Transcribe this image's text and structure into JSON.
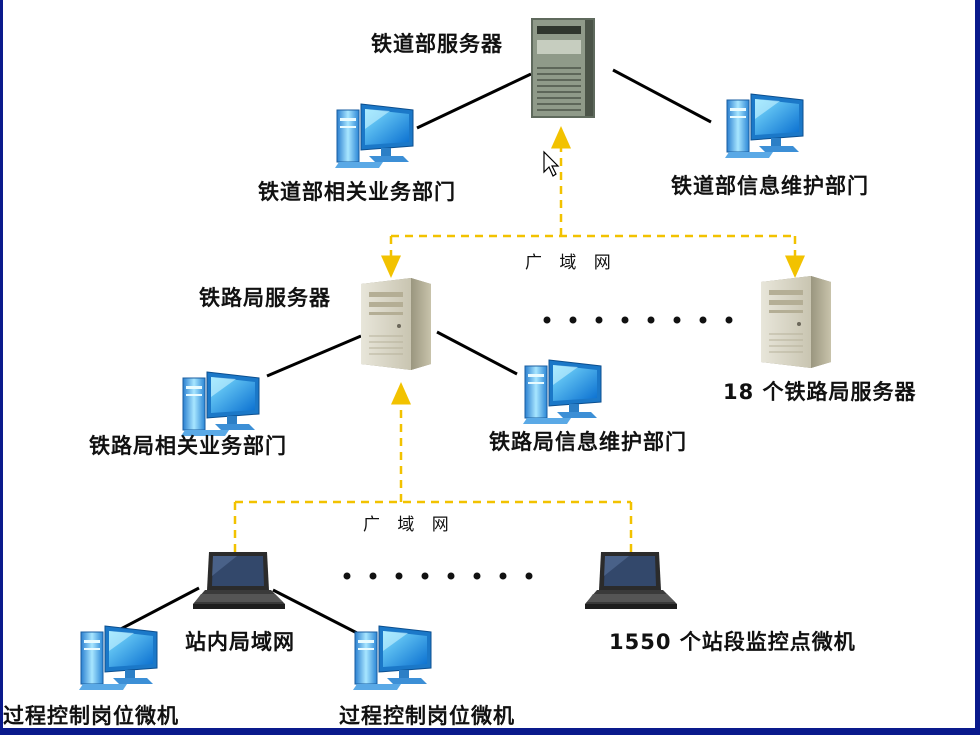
{
  "labels": {
    "ministry_server": "铁道部服务器",
    "ministry_business_dept": "铁道部相关业务部门",
    "ministry_it_dept": "铁道部信息维护部门",
    "wan_top": "广 域 网",
    "bureau_server": "铁路局服务器",
    "bureau_servers_count": "18 个铁路局服务器",
    "bureau_business_dept": "铁路局相关业务部门",
    "bureau_it_dept": "铁路局信息维护部门",
    "wan_bottom": "广 域 网",
    "station_lan": "站内局域网",
    "station_monitor_pcs": "1550 个站段监控点微机",
    "process_pc_left": "过程控制岗位微机",
    "process_pc_right": "过程控制岗位微机"
  },
  "icons": {
    "server": "server-tower-icon",
    "desktop": "desktop-computer-icon",
    "laptop": "laptop-icon",
    "cursor": "mouse-cursor-icon"
  },
  "colors": {
    "solid_link": "#000000",
    "wan_link": "#f2c200",
    "frame_border": "#0a1a8c"
  }
}
